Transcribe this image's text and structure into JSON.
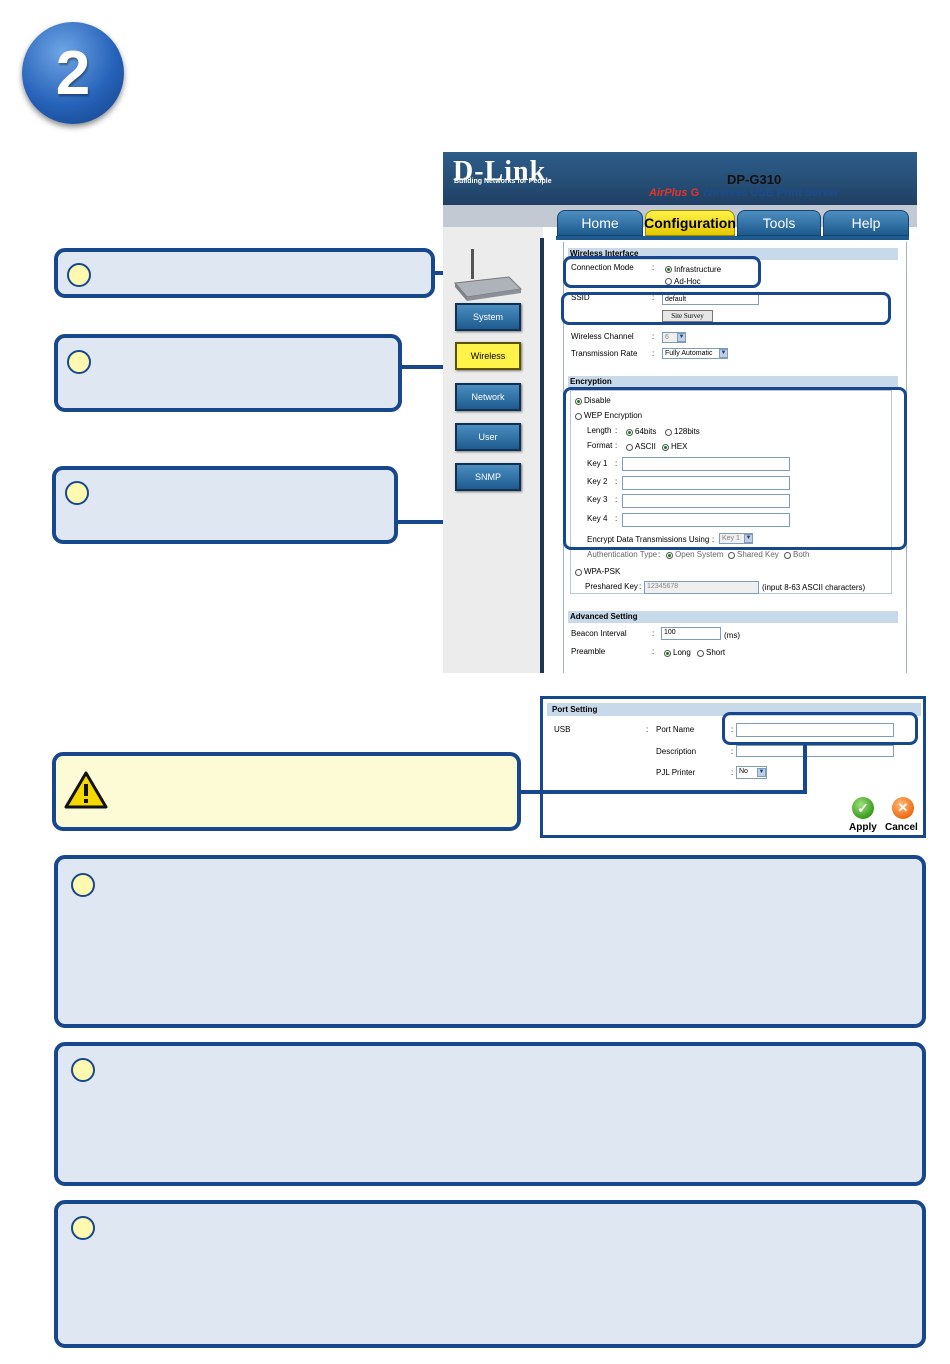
{
  "step_number": "2",
  "brand": {
    "logo": "D-Link",
    "tagline": "Building Networks for People",
    "model": "DP-G310",
    "product_prefix": "AirPlus",
    "product_g": "G",
    "product_suffix": "Wireless USB Print Server"
  },
  "tabs": [
    {
      "label": "Home",
      "active": false
    },
    {
      "label": "Configuration",
      "active": true
    },
    {
      "label": "Tools",
      "active": false
    },
    {
      "label": "Help",
      "active": false
    }
  ],
  "sidebar": [
    {
      "label": "System",
      "active": false
    },
    {
      "label": "Wireless",
      "active": true
    },
    {
      "label": "Network",
      "active": false
    },
    {
      "label": "User",
      "active": false
    },
    {
      "label": "SNMP",
      "active": false
    }
  ],
  "wireless_interface": {
    "heading": "Wireless Interface",
    "connection_mode_label": "Connection Mode",
    "mode_infrastructure": "Infrastructure",
    "mode_adhoc": "Ad-Hoc",
    "ssid_label": "SSID",
    "ssid_value": "default",
    "site_survey": "Site Survey",
    "channel_label": "Wireless Channel",
    "channel_value": "6",
    "rate_label": "Transmission Rate",
    "rate_value": "Fully Automatic"
  },
  "encryption": {
    "heading": "Encryption",
    "disable": "Disable",
    "wep": "WEP Encryption",
    "length_label": "Length",
    "length_64": "64bits",
    "length_128": "128bits",
    "format_label": "Format",
    "format_ascii": "ASCII",
    "format_hex": "HEX",
    "key1": "Key 1",
    "key2": "Key 2",
    "key3": "Key 3",
    "key4": "Key 4",
    "encrypt_using_label": "Encrypt Data Transmissions Using",
    "encrypt_using_value": "Key 1",
    "auth_label": "Authentication Type",
    "auth_open": "Open System",
    "auth_shared": "Shared Key",
    "auth_both": "Both",
    "wpa_psk": "WPA-PSK",
    "preshared_label": "Preshared Key",
    "preshared_value": "12345678",
    "preshared_hint": "(input 8-63 ASCII characters)"
  },
  "advanced": {
    "heading": "Advanced Setting",
    "beacon_label": "Beacon Interval",
    "beacon_value": "100",
    "beacon_unit": "(ms)",
    "preamble_label": "Preamble",
    "preamble_long": "Long",
    "preamble_short": "Short"
  },
  "port_setting": {
    "heading": "Port Setting",
    "port": "USB",
    "port_name_label": "Port Name",
    "description_label": "Description",
    "pjl_label": "PJL Printer",
    "pjl_value": "No",
    "apply": "Apply",
    "cancel": "Cancel"
  },
  "colors": {
    "callout_border": "#17478d",
    "callout_fill": "#dfe8f2",
    "warning_fill": "#fcfbd6",
    "tab_active": "#fff34a",
    "header_blue": "#274f76"
  }
}
